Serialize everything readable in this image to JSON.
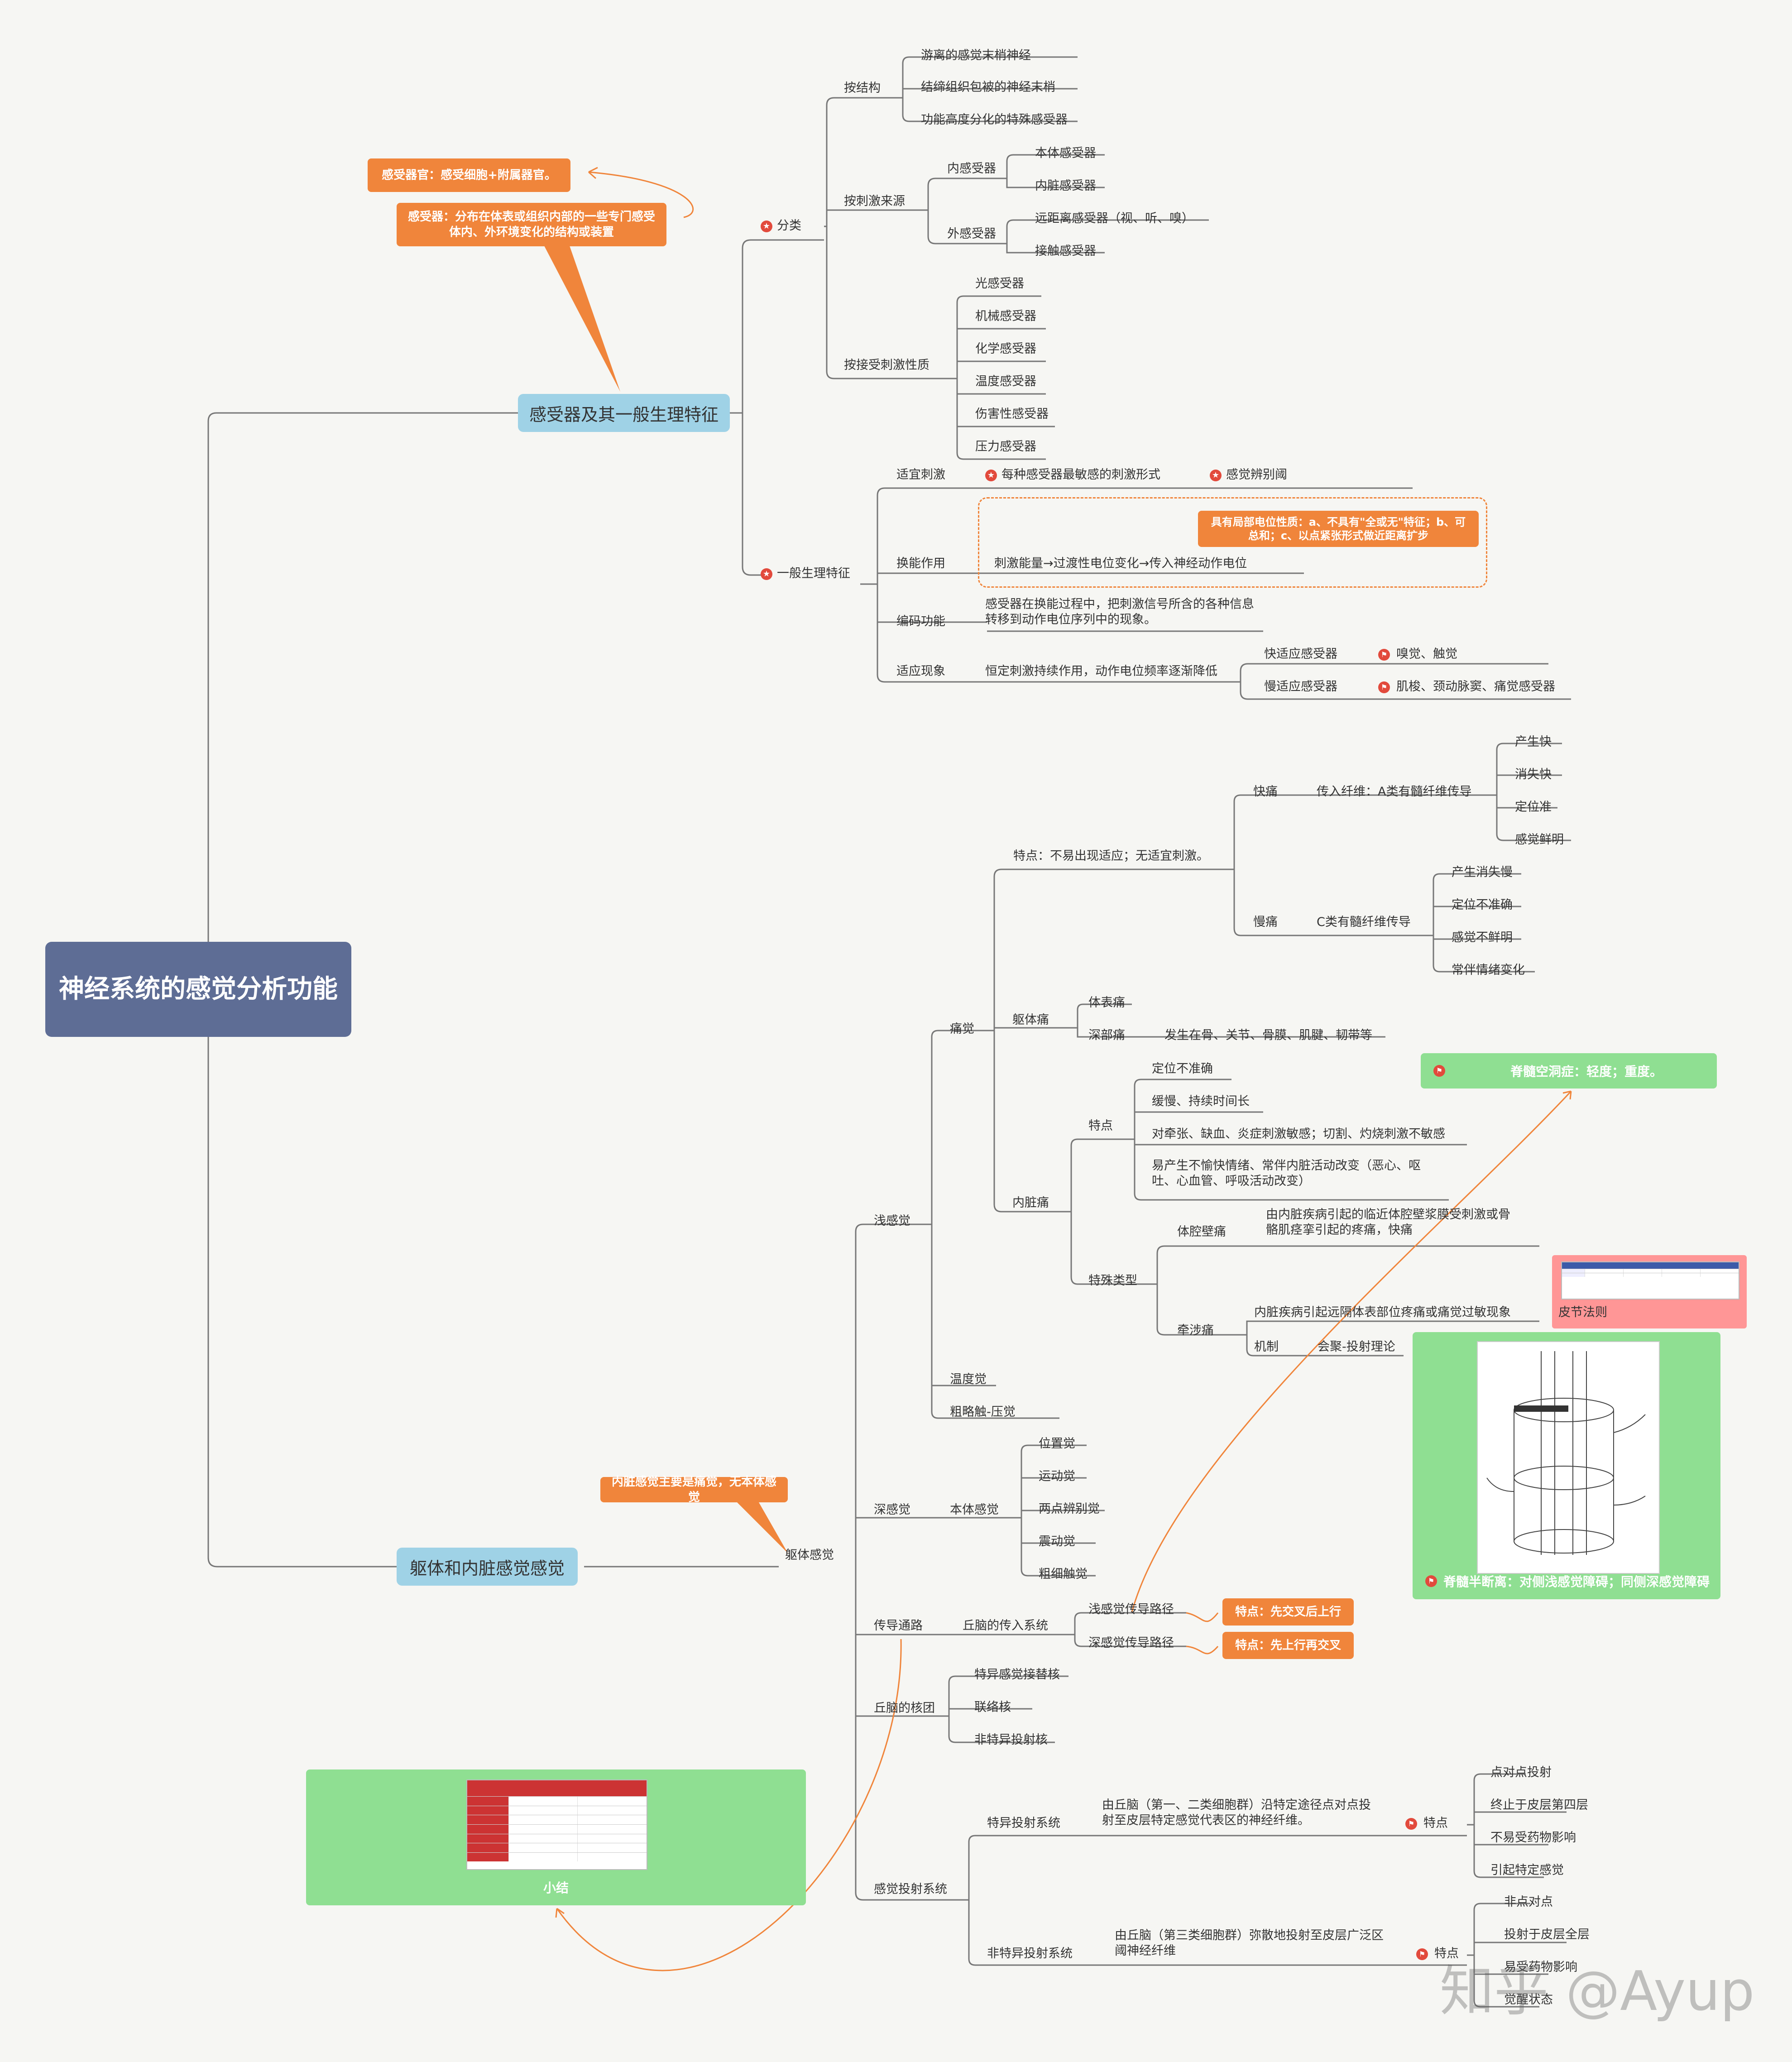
{
  "root": "神经系统的感觉分析功能",
  "branch1": {
    "title": "感受器及其一般生理特征",
    "callout_organ": "感受器官：感受细胞+附属器官。",
    "callout_receptor": "感受器：分布在体表或组织内部的一些专门感受体内、外环境变化的结构或装置",
    "classification": {
      "label": "分类",
      "by_structure": {
        "label": "按结构",
        "items": [
          "游离的感觉末梢神经",
          "结缔组织包被的神经末梢",
          "功能高度分化的特殊感受器"
        ]
      },
      "by_source": {
        "label": "按刺激来源",
        "internal": {
          "label": "内感受器",
          "items": [
            "本体感受器",
            "内脏感受器"
          ]
        },
        "external": {
          "label": "外感受器",
          "items": [
            "远距离感受器（视、听、嗅）",
            "接触感受器"
          ]
        }
      },
      "by_nature": {
        "label": "按接受刺激性质",
        "items": [
          "光感受器",
          "机械感受器",
          "化学感受器",
          "温度感受器",
          "伤害性感受器",
          "压力感受器"
        ]
      }
    },
    "general": {
      "label": "一般生理特征",
      "adequate": {
        "label": "适宜刺激",
        "desc": "每种感受器最敏感的刺激形式",
        "extra": "感觉辨别阈"
      },
      "transduction": {
        "label": "换能作用",
        "callout": "具有局部电位性质：a、不具有\"全或无\"特征；b、可总和；c、以点紧张形式做近距离扩步",
        "desc": "刺激能量→过渡性电位变化→传入神经动作电位"
      },
      "encoding": {
        "label": "编码功能",
        "desc": "感受器在换能过程中，把刺激信号所含的各种信息转移到动作电位序列中的现象。"
      },
      "adaptation": {
        "label": "适应现象",
        "desc": "恒定刺激持续作用，动作电位频率逐渐降低",
        "fast": "快适应感受器",
        "fast_ex": "嗅觉、触觉",
        "slow": "慢适应感受器",
        "slow_ex": "肌梭、颈动脉窦、痛觉感受器"
      }
    }
  },
  "branch2": {
    "title": "躯体和内脏感觉感觉",
    "callout_visceral": "内脏感觉主要是痛觉，无本体感觉",
    "somatic": "躯体感觉",
    "superficial": {
      "label": "浅感觉",
      "pain": {
        "label": "痛觉",
        "feature": "特点：不易出现适应；无适宜刺激。",
        "fast": {
          "label": "快痛",
          "fiber": "传入纤维：A类有髓纤维传导",
          "items": [
            "产生快",
            "消失快",
            "定位准",
            "感觉鲜明"
          ]
        },
        "slow": {
          "label": "慢痛",
          "fiber": "C类有髓纤维传导",
          "items": [
            "产生消失慢",
            "定位不准确",
            "感觉不鲜明",
            "常伴情绪变化"
          ]
        },
        "somatic_pain": {
          "label": "躯体痛",
          "surface": "体表痛",
          "deep": "深部痛",
          "deep_desc": "发生在骨、关节、骨膜、肌腱、韧带等"
        },
        "visceral_pain": {
          "label": "内脏痛",
          "feature_label": "特点",
          "features": [
            "定位不准确",
            "缓慢、持续时间长",
            "对牵张、缺血、炎症刺激敏感；切割、灼烧刺激不敏感",
            "易产生不愉快情绪、常伴内脏活动改变（恶心、呕吐、心血管、呼吸活动改变）"
          ],
          "special_label": "特殊类型",
          "parietal": {
            "label": "体腔壁痛",
            "desc": "由内脏疾病引起的临近体腔壁浆膜受刺激或骨骼肌痉挛引起的疼痛，快痛"
          },
          "referred": {
            "label": "牵涉痛",
            "desc": "内脏疾病引起远隔体表部位疼痛或痛觉过敏现象",
            "mech_label": "机制",
            "mech": "会聚-投射理论"
          }
        }
      },
      "temperature": "温度觉",
      "crude_touch": "粗略触-压觉"
    },
    "deep": {
      "label": "深感觉",
      "proprio": "本体感觉",
      "items": [
        "位置觉",
        "运动觉",
        "两点辨别觉",
        "震动觉",
        "粗细触觉"
      ]
    },
    "pathway": {
      "label": "传导通路",
      "afferent": "丘脑的传入系统",
      "shallow": "浅感觉传导路径",
      "shallow_note": "特点：先交叉后上行",
      "deep": "深感觉传导路径",
      "deep_note": "特点：先上行再交叉"
    },
    "thalamus": {
      "label": "丘脑的核团",
      "items": [
        "特异感觉接替核",
        "联络核",
        "非特异投射核"
      ]
    },
    "projection": {
      "label": "感觉投射系统",
      "specific": {
        "label": "特异投射系统",
        "desc": "由丘脑（第一、二类细胞群）沿特定途径点对点投射至皮层特定感觉代表区的神经纤维。",
        "feature": "特点",
        "items": [
          "点对点投射",
          "终止于皮层第四层",
          "不易受药物影响",
          "引起特定感觉"
        ]
      },
      "nonspecific": {
        "label": "非特异投射系统",
        "desc": "由丘脑（第三类细胞群）弥散地投射至皮层广泛区阈神经纤维",
        "feature": "特点",
        "items": [
          "非点对点",
          "投射于皮层全层",
          "易受药物影响",
          "觉醒状态"
        ]
      }
    },
    "side_notes": {
      "syringomyelia": "脊髓空洞症：轻度；重度。",
      "dermatome": "皮节法则",
      "hemisection": "脊髓半断离：对侧浅感觉障碍；同侧深感觉障碍",
      "summary": "小结"
    }
  },
  "watermark": "知乎 @Ayup",
  "colors": {
    "root": "#5e6d95",
    "main": "#9fd2e6",
    "callout": "#f0853b",
    "green": "#8fdf92",
    "line": "#666666",
    "accent": "#e24a3c"
  },
  "icons": {
    "star": "star-icon",
    "flag": "flag-icon"
  }
}
